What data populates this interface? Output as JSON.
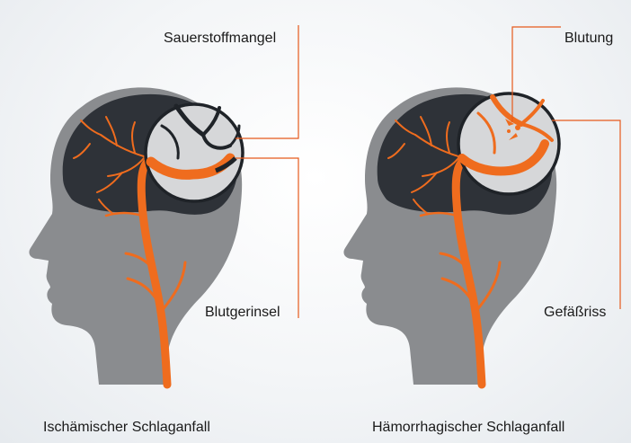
{
  "colors": {
    "head": "#8a8c8f",
    "brain": "#2e3238",
    "artery": "#ef6c1e",
    "callout_line": "#e65a1c",
    "lens_fill": "#d6d7d9",
    "lens_ring": "#1f2328"
  },
  "left_panel": {
    "label_top": "Sauerstoffmangel",
    "label_bottom": "Blutgerinsel",
    "caption": "Ischämischer Schlaganfall"
  },
  "right_panel": {
    "label_top": "Blutung",
    "label_bottom": "Gefäßriss",
    "caption": "Hämorrhagischer Schlaganfall"
  }
}
